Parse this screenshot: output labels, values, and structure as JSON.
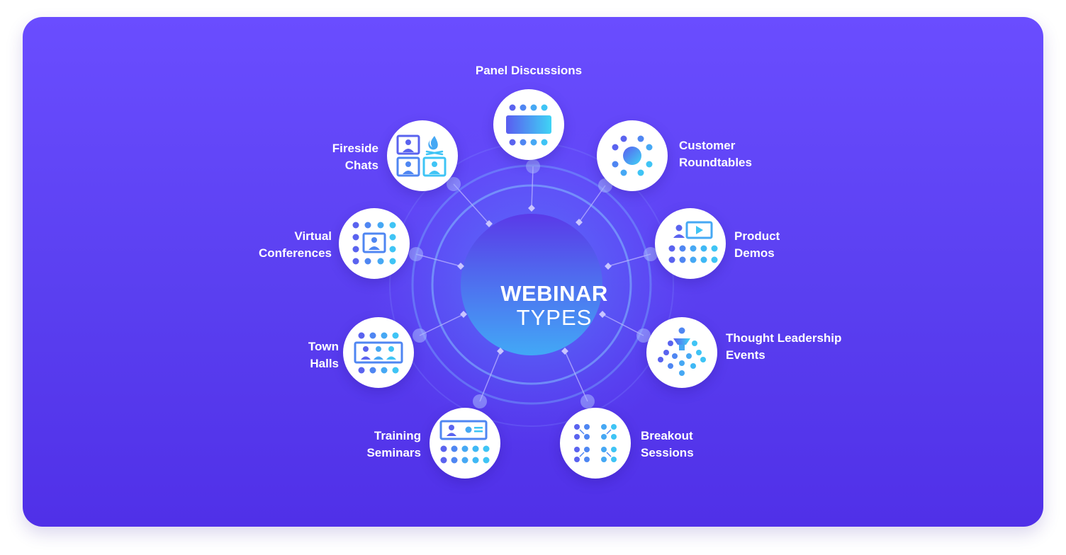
{
  "center": {
    "line1": "WEBINAR",
    "line2": "TYPES"
  },
  "types": [
    {
      "id": "panel-discussions",
      "lines": [
        "Panel Discussions"
      ],
      "icon": "panel-discussions-icon"
    },
    {
      "id": "customer-roundtables",
      "lines": [
        "Customer",
        "Roundtables"
      ],
      "icon": "roundtable-icon"
    },
    {
      "id": "product-demos",
      "lines": [
        "Product",
        "Demos"
      ],
      "icon": "product-demo-icon"
    },
    {
      "id": "thought-leadership-events",
      "lines": [
        "Thought Leadership",
        "Events"
      ],
      "icon": "thought-leadership-icon"
    },
    {
      "id": "breakout-sessions",
      "lines": [
        "Breakout",
        "Sessions"
      ],
      "icon": "breakout-sessions-icon"
    },
    {
      "id": "training-seminars",
      "lines": [
        "Training",
        "Seminars"
      ],
      "icon": "training-seminar-icon"
    },
    {
      "id": "town-halls",
      "lines": [
        "Town",
        "Halls"
      ],
      "icon": "town-hall-icon"
    },
    {
      "id": "virtual-conferences",
      "lines": [
        "Virtual",
        "Conferences"
      ],
      "icon": "virtual-conference-icon"
    },
    {
      "id": "fireside-chats",
      "lines": [
        "Fireside",
        "Chats"
      ],
      "icon": "fireside-chat-icon"
    }
  ],
  "colors": {
    "background_top": "#6a4dff",
    "background_bottom": "#5030e8",
    "icon_gradient_start": "#5a5cf0",
    "icon_gradient_end": "#3fd4f5",
    "node_fill": "#ffffff",
    "text": "#ffffff"
  }
}
